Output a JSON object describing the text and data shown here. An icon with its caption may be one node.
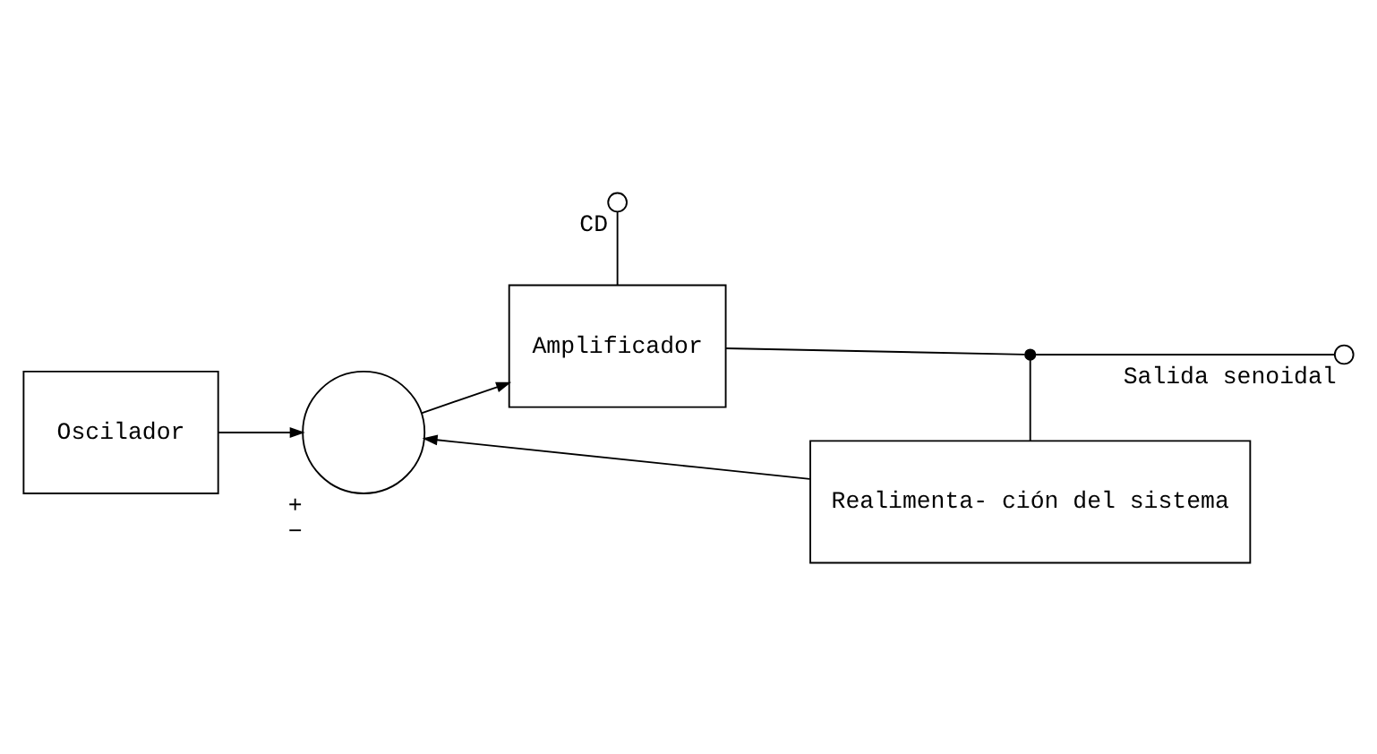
{
  "diagram": {
    "nodes": [
      {
        "text": [
          "Oscilador"
        ]
      },
      {
        "text": [],
        "shape": "circle",
        "beside": [
          "+",
          "−"
        ]
      },
      {
        "text": [
          "Amplificador"
        ]
      },
      {
        "text": [
          "CD"
        ]
      },
      {
        "text": [],
        "shape": "circle"
      },
      {
        "text": [
          "Salida senoidal"
        ]
      },
      {
        "text": [
          "Realimenta- ción del sistema"
        ]
      }
    ],
    "edges": [
      {
        "from": 0,
        "to": 1,
        "arrow": "to"
      },
      {
        "from": 1,
        "to": 2,
        "arrow": "to"
      },
      {
        "from": 3,
        "to": 2,
        "arrow": "none"
      },
      {
        "from": 2,
        "to": 4,
        "arrow": "none"
      },
      {
        "from": 4,
        "to": 5,
        "arrow": "none"
      },
      {
        "from": 4,
        "to": 6,
        "arrow": "none"
      },
      {
        "from": 6,
        "to": 1,
        "arrow": "to"
      }
    ]
  }
}
